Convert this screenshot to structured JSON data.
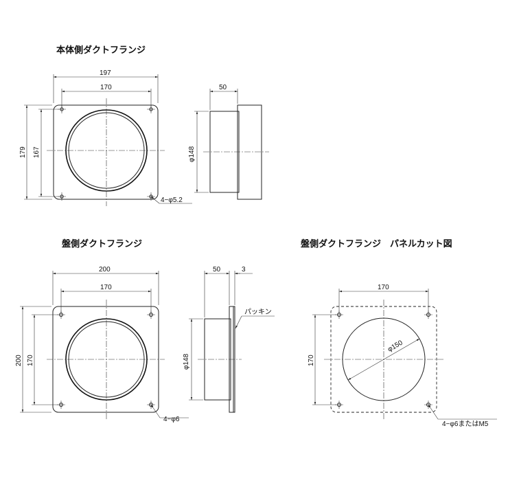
{
  "titles": {
    "body_flange": "本体側ダクトフランジ",
    "panel_flange": "盤側ダクトフランジ",
    "panel_cutout": "盤側ダクトフランジ　パネルカット図"
  },
  "body_front": {
    "overall_width": "197",
    "hole_pitch_x": "170",
    "overall_height": "179",
    "hole_pitch_y": "167",
    "hole_note": "4−φ5.2"
  },
  "body_side": {
    "depth": "50",
    "diameter": "φ148"
  },
  "panel_front": {
    "overall_width": "200",
    "hole_pitch_x": "170",
    "overall_height": "200",
    "hole_pitch_y": "170",
    "hole_note": "4−φ6"
  },
  "panel_side": {
    "depth": "50",
    "gasket_thickness": "3",
    "gasket_label": "パッキン",
    "diameter": "φ148"
  },
  "cutout": {
    "hole_pitch_x": "170",
    "hole_pitch_y": "170",
    "cut_diameter": "φ150",
    "hole_note": "4−φ6またはM5"
  }
}
